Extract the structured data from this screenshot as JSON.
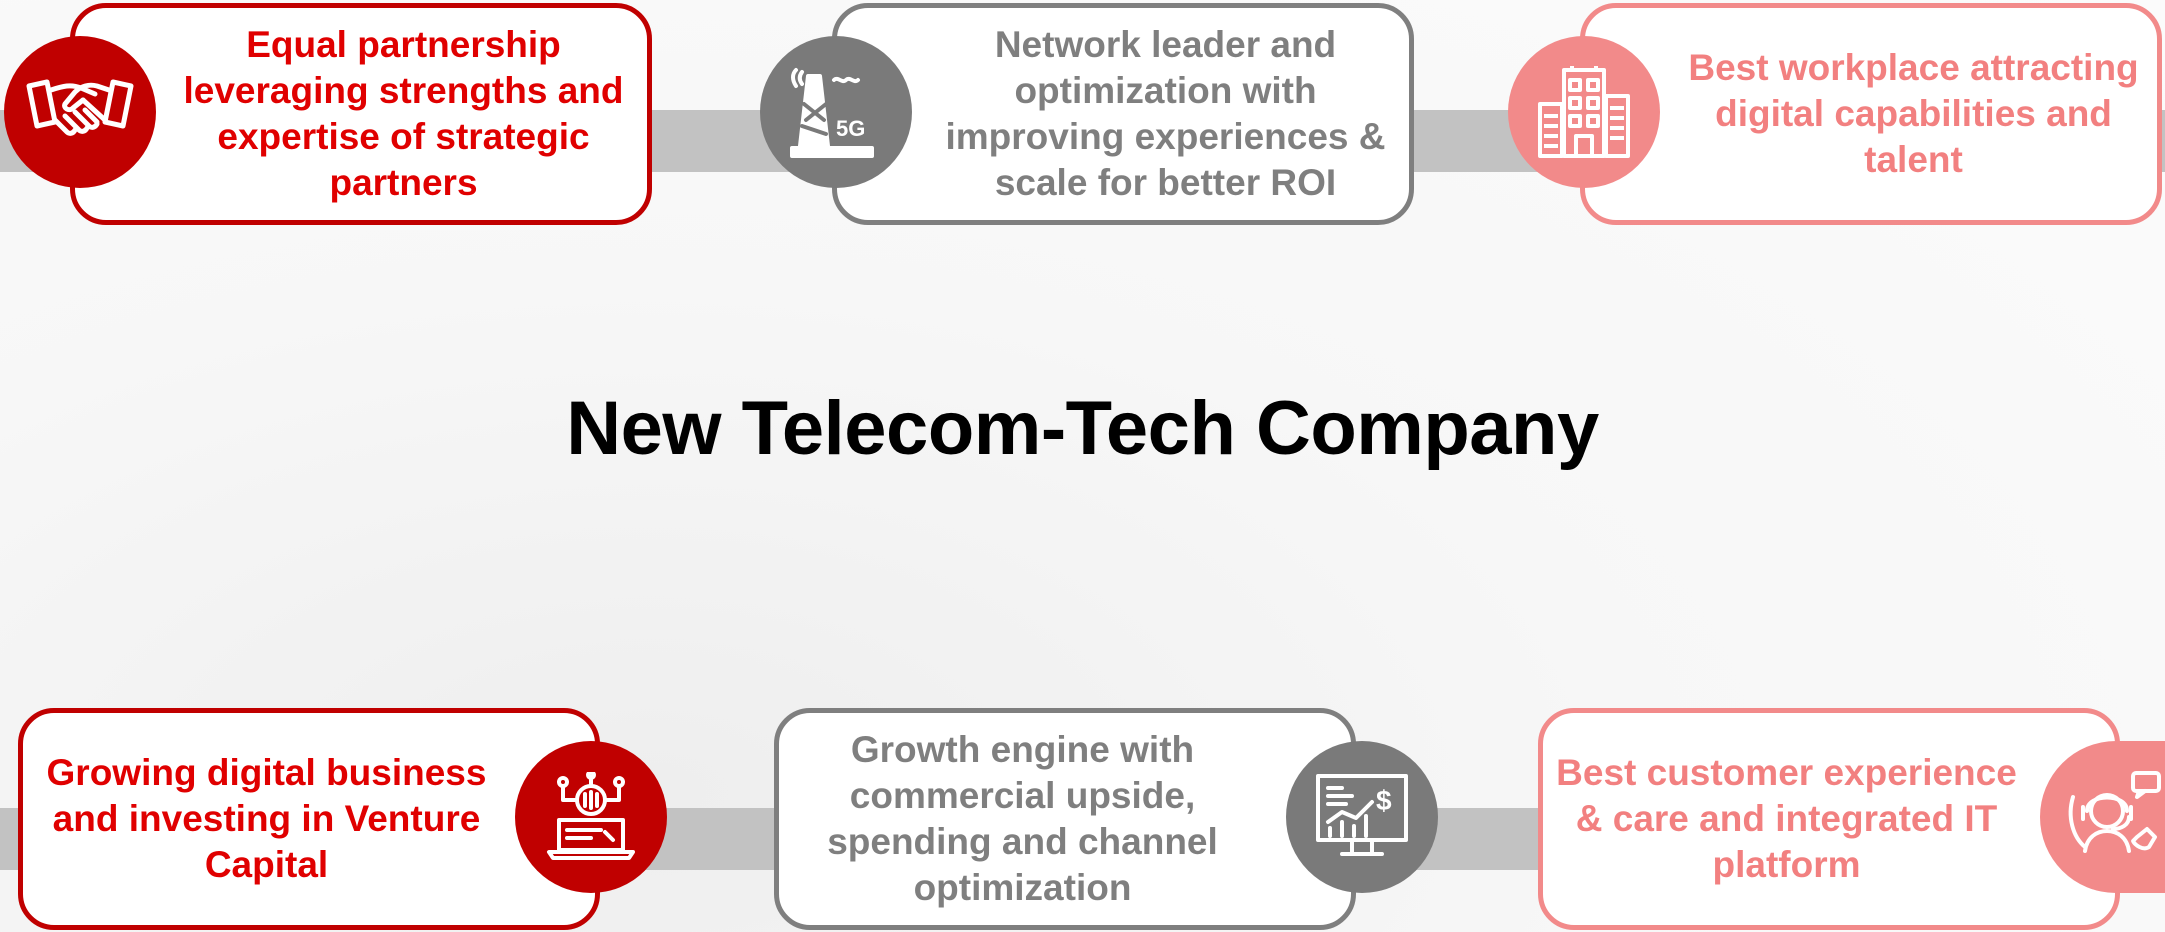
{
  "title": "New Telecom-Tech Company",
  "colors": {
    "red": "#c00000",
    "red_text": "#e00000",
    "grey": "#7f7f7f",
    "pink": "#f28a8a",
    "band": "#c2c2c2"
  },
  "top_row": [
    {
      "text": "Equal partnership leveraging strengths and expertise of strategic partners",
      "icon": "handshake-icon",
      "color": "red"
    },
    {
      "text": "Network leader and optimization with improving experiences & scale for better ROI",
      "icon": "5g-tower-icon",
      "color": "grey"
    },
    {
      "text": "Best workplace attracting digital capabilities and talent",
      "icon": "office-building-icon",
      "color": "pink"
    }
  ],
  "bottom_row": [
    {
      "text": "Growing digital business and investing in Venture Capital",
      "icon": "digital-laptop-icon",
      "color": "red"
    },
    {
      "text": "Growth engine with commercial upside, spending and channel optimization",
      "icon": "growth-monitor-icon",
      "color": "grey"
    },
    {
      "text": "Best customer experience & care and integrated IT platform",
      "icon": "customer-support-icon",
      "color": "pink"
    }
  ]
}
